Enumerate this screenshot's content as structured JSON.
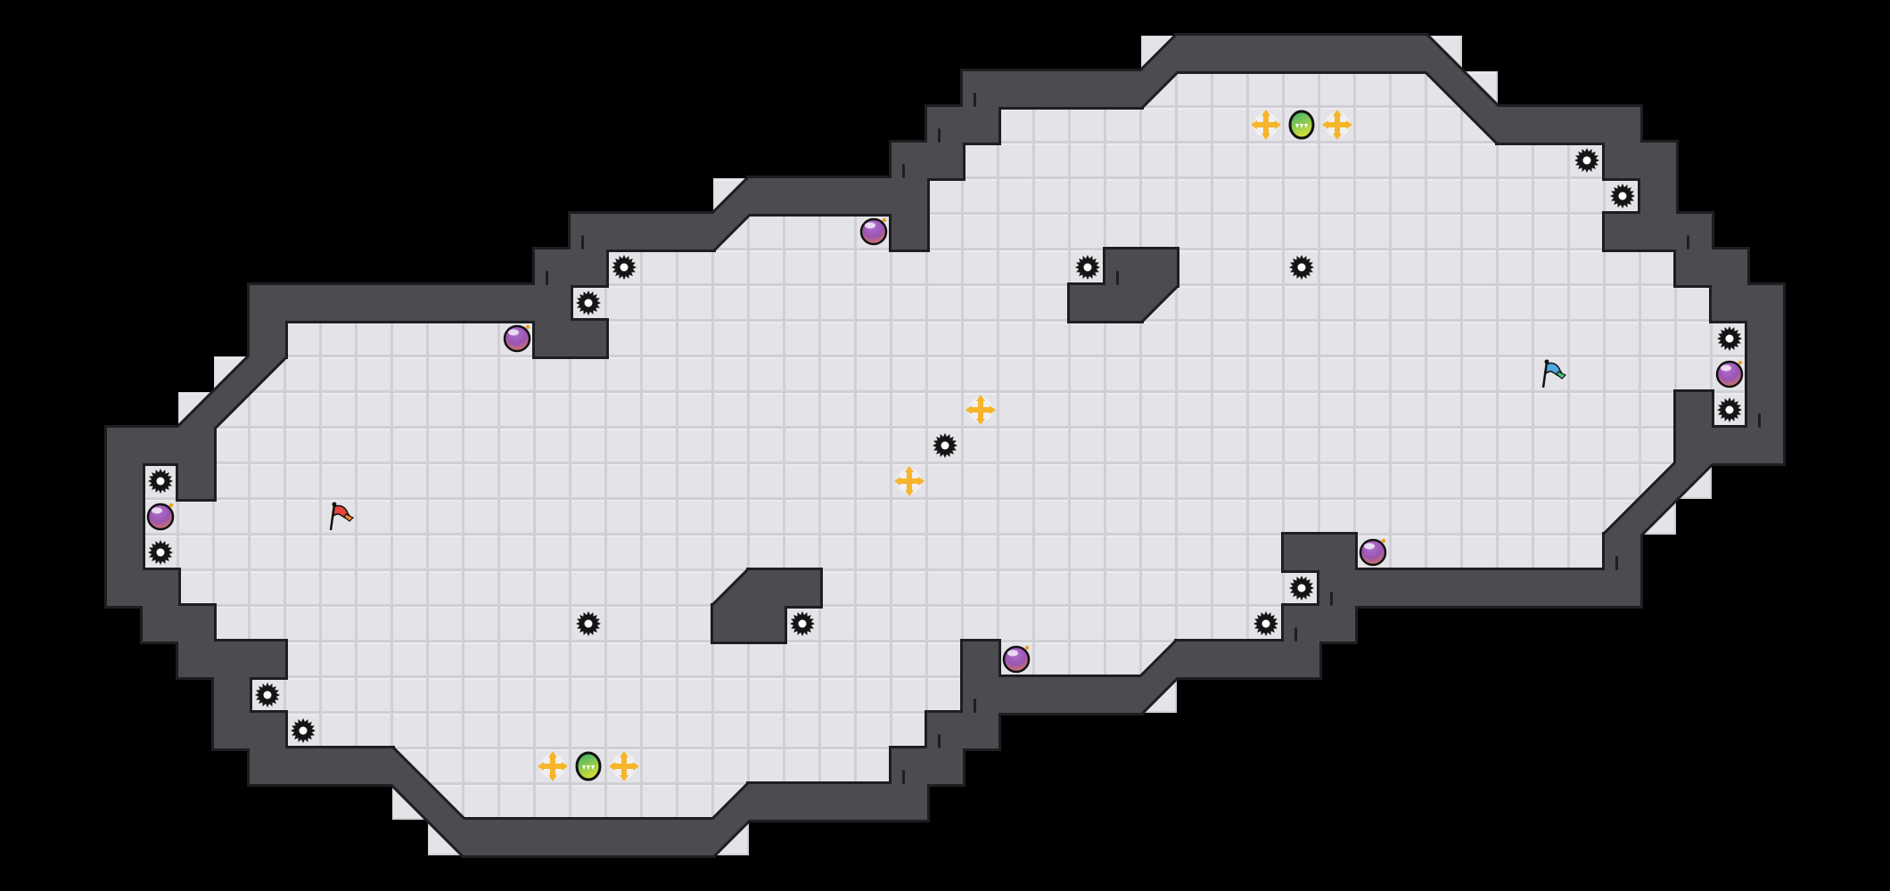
{
  "game": {
    "view": "level-map",
    "colors": {
      "background": "#000000",
      "floor": "#e4e4e8",
      "floor_edge": "#cfcfd4",
      "wall": "#4b4b50",
      "wall_outline": "#1e1e22",
      "gear": "#151515",
      "bomb_top": "#8e4fb8",
      "bomb_bottom": "#d8765a",
      "fuse": "#f39a1e",
      "flag_red": "#e8453c",
      "flag_red_tail": "#f0862a",
      "flag_blue": "#4ea9dc",
      "flag_blue_tail": "#4cc07a",
      "cross": "#f6b52a",
      "orb_top": "#33b06c",
      "orb_bottom": "#d2dc3c"
    },
    "entity_types": {
      "gear": "spiked-gear-hazard",
      "bomb": "bomb",
      "red_flag": "player-one-flag",
      "blue_flag": "player-two-flag",
      "cross": "four-way-arrow-powerup",
      "orb": "green-orb-powerup"
    }
  }
}
